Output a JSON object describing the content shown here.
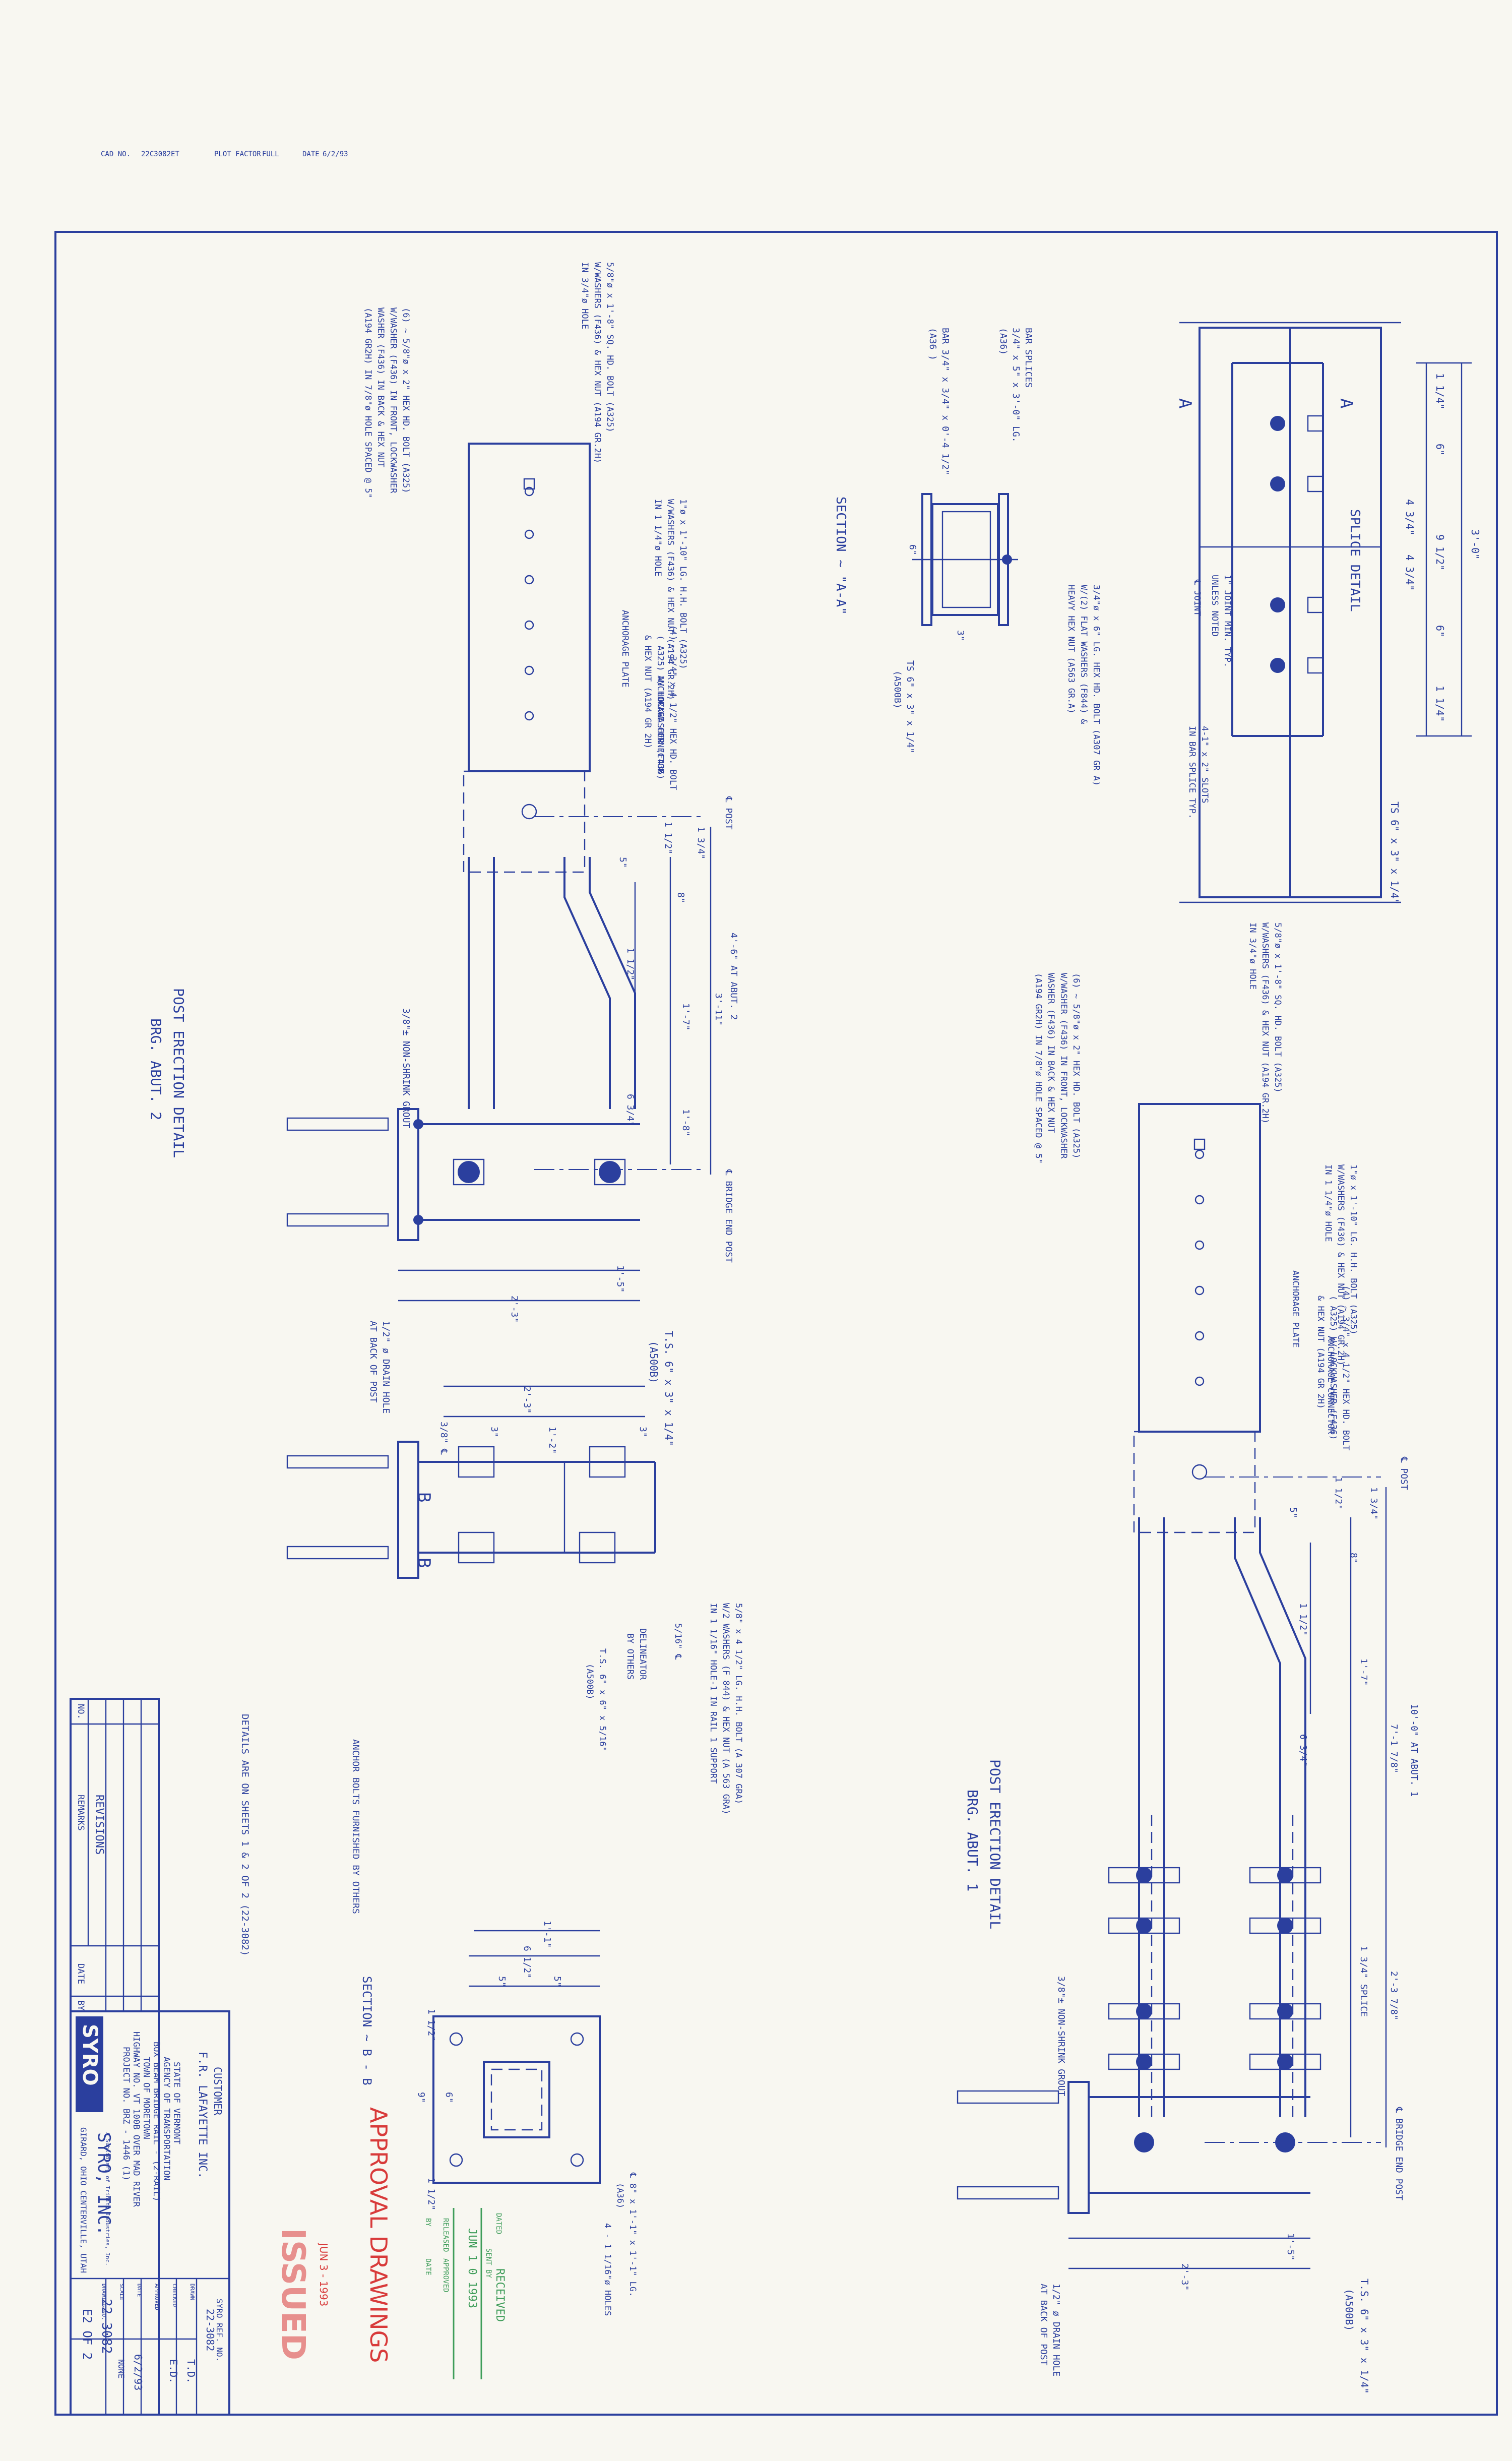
{
  "header": {
    "cad_no_label": "CAD NO.",
    "cad_no": "22C3082ET",
    "plot_factor_label": "PLOT FACTOR",
    "plot_factor": "FULL",
    "date_label": "DATE",
    "date": "6/2/93"
  },
  "splice": {
    "title": "SPLICE DETAIL",
    "labels": [
      "A",
      "A",
      "1 1/4\"",
      "6\"",
      "4 3/4\"",
      "4 3/4\"",
      "9 1/2\"",
      "6\"",
      "1 1/4\"",
      "3'-0\"",
      "1\" JOINT MIN. TYP.",
      "UNLESS NOTED",
      "℄ JOINT",
      "4-1\" x 2\" SLOTS",
      "IN BAR SPLICE TYP.",
      "TS 6\" x 3\" x 1/4\""
    ]
  },
  "section_aa": {
    "title": "SECTION ~ \"A-A\"",
    "labels": [
      "BAR SPLICES",
      "3/4\" x 5\" x 3'-0\" LG.",
      "(A36)",
      "BAR 3/4\" x 3/4\" x 0'-4 1/2\"",
      "(A36 )",
      "6\"",
      "3\"",
      "3/4\"ø x 6\" LG. HEX HD. BOLT (A307 GR A)",
      "W/(2) FLAT WASHERS (F844) &",
      "HEAVY HEX NUT (A563 GR.A)",
      "TS 6\" x 3\" x 1/4\"",
      "(A500B)"
    ]
  },
  "abut2": {
    "title": "POST ERECTION DETAIL",
    "subtitle": "BRG. ABUT. 2",
    "labels": [
      "5/8\"ø x 1'-8\" SQ. HD. BOLT (A325)",
      "W/WASHERS (F436) & HEX NUT (A194 GR.2H)",
      "IN 3/4\"ø HOLE",
      "(6) ~ 5/8\"ø x 2\" HEX HD. BOLT (A325)",
      "W/WASHER (F436) IN FRONT, LOCKWASHER",
      "WASHER (F436) IN BACK & HEX NUT",
      "(A194 GR2H) IN 7/8\"ø HOLE SPACED @ 5\"",
      "1\"ø x 1'-10\" LG. H.H. BOLT (A325)",
      "W/WASHERS (F436) & HEX NUT (A194 GR.2H)",
      "IN 1 1/4\"ø HOLE",
      "ANCHORAGE PLATE",
      "ANCHORAGE CONNECTOR",
      "(4) ~ 3/4\" x 4 1/2\" HEX HD. BOLT",
      "( A325) W/ LOCKWASHER (F436)",
      "& HEX NUT (A194 GR 2H)",
      "℄ POST",
      "1 3/4\"",
      "1 1/2\"",
      "5\"",
      "8\"",
      "4'-6\" AT ABUT. 2",
      "3'-11\"",
      "1'-7\"",
      "1 1/2\"",
      "6 3/4\"",
      "1'-8\"",
      "℄ BRIDGE END POST",
      "3/8\"± NON-SHRINK GROUT",
      "1'-5\"",
      "2'-3\"",
      "1/2\" ø DRAIN HOLE",
      "AT BACK OF POST",
      "T.S. 6\" x 3\" x 1/4\"",
      "(A500B)"
    ]
  },
  "abut1": {
    "title": "POST ERECTION DETAIL",
    "subtitle": "BRG. ABUT. 1",
    "labels": [
      "5/8\"ø x 1'-8\" SQ. HD. BOLT (A325)",
      "W/WASHERS (F436) & HEX NUT (A194 GR.2H)",
      "IN 3/4\"ø HOLE",
      "(6) ~ 5/8\"ø x 2\" HEX HD. BOLT (A325)",
      "W/WASHER (F436) IN FRONT, LOCKWASHER",
      "WASHER (F436) IN BACK & HEX NUT",
      "(A194 GR2H) IN 7/8\"ø HOLE SPACED @ 5\"",
      "1\"ø x 1'-10\" LG. H.H. BOLT (A325)",
      "W/WASHERS (F436) & HEX NUT (A194 GR.2H)",
      "IN 1 1/4\"ø HOLE",
      "ANCHORAGE PLATE",
      "ANCHORAGE CONNECTOR",
      "(4) ~ 3/4\" x 4 1/2\" HEX HD. BOLT",
      "( A325) W/ LOCKWASHER (F436)",
      "& HEX NUT (A194 GR 2H)",
      "℄ POST",
      "1 3/4\"",
      "1 1/2\"",
      "5\"",
      "8\"",
      "10'-0\" AT ABUT. 1",
      "1'-7\"",
      "7'-1 7/8\"",
      "1 1/2\"",
      "6 3/4\"",
      "1 3/4\" SPLICE",
      "2'-3 7/8\"",
      "℄ BRIDGE END POST",
      "3/8\"± NON-SHRINK GROUT",
      "1'-5\"",
      "2'-3\"",
      "1/2\" ø DRAIN HOLE",
      "AT BACK OF POST",
      "T.S. 6\" x 3\" x 1/4\"",
      "(A500B)"
    ]
  },
  "side_view": {
    "labels": [
      "2'-3\"",
      "3\"",
      "1'-2\"",
      "3\"",
      "3/8\" ℄",
      "B",
      "B",
      "5/8\" x 4 1/2\" LG. H.H. BOLT (A 307 GRA)",
      "W/2 WASHERS (F 844) & HEX NUT (A 563 GRA)",
      "IN 1 1/16\" HOLE-1 IN RAIL 1 SUPPORT",
      "5/16\" ℄",
      "DELINEATOR",
      "BY OTHERS",
      "T.S. 6\" x 6\" x 5/16\"",
      "(A500B)",
      "ANCHOR BOLTS FURNISHED BY OTHERS"
    ]
  },
  "section_bb": {
    "title": "SECTION ~ B - B",
    "labels": [
      "1'-1\"",
      "6 1/2\"",
      "5\"",
      "5\"",
      "1 1/2\"",
      "1 1/2\"",
      "9\"",
      "6\"",
      "℄ 8\" x 1'-1\" x 1'-1\" LG.",
      "(A36)",
      "4 - 1 1/16\"ø HOLES"
    ]
  },
  "note": "DETAILS ARE ON SHEETS 1 & 2 OF 2 (22-3082)",
  "title_block": {
    "revisions_label": "REVISIONS",
    "no_label": "NO.",
    "remarks_label": "REMARKS",
    "date_label": "DATE",
    "by_label": "BY",
    "customer_label": "CUSTOMER",
    "customer": "F.R. LAFAYETTE INC.",
    "project_lines": [
      "STATE OF VERMONT",
      "AGENCY OF TRANSPORTATION",
      "BOX BEAM BRIDGE RAIL - (2-RAIL)",
      "TOWN OF MORETOWN",
      "HIGHWAY NO. VT 100B OVER MAD RIVER",
      "PROJECT NO. BRZ - 1446 (1)"
    ],
    "company_logo": "SYRO",
    "company": "SYRO, INC.",
    "company_sub": "A Subsidiary of Trinity Industries, Inc.",
    "locations": "GIRARD, OHIO     CENTERVILLE, UTAH",
    "syro_ref_label": "SYRO REF. NO.",
    "syro_ref": "22-3082",
    "drawn_label": "DRAWN",
    "drawn": "T.D.",
    "checked_label": "CHECKED",
    "checked": "E.D.",
    "approved_label": "APPROVED",
    "approved": "",
    "date_label2": "DATE",
    "date": "6/2/93",
    "scale_label": "SCALE",
    "scale": "NONE",
    "drawing_no_label": "DRAWING NO.",
    "drawing_no": "22-3082",
    "sheet": "E2 OF 2"
  },
  "stamps": {
    "approval": "APPROVAL DRAWINGS",
    "issued": "ISSUED",
    "issued_date": "JUN 3 - 1993",
    "received": "RECEIVED",
    "received_date": "JUN 1 0 1993",
    "dated_label": "DATED",
    "sent_label": "SENT BY",
    "approved_label": "APPROVED",
    "by_label": "BY",
    "date_label": "DATE",
    "release_label": "RELEASED"
  },
  "colors": {
    "ink": "#2b3f9e",
    "paper": "#f8f7f1",
    "stamp_red": "#d83a3a",
    "stamp_green": "#3f9d5a"
  }
}
